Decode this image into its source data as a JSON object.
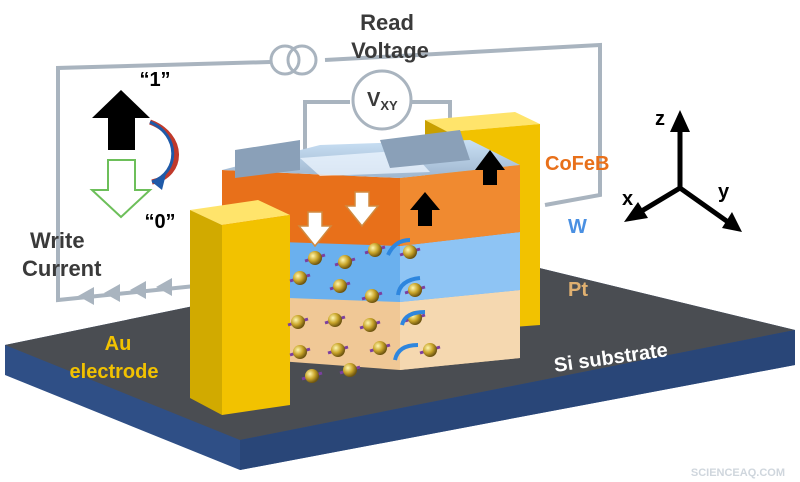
{
  "labels": {
    "read_voltage_line1": "Read",
    "read_voltage_line2": "Voltage",
    "vxy_main": "V",
    "vxy_sub": "XY",
    "state_one": "“1”",
    "state_zero": "“0”",
    "write_current_line1": "Write",
    "write_current_line2": "Current",
    "au_line1": "Au",
    "au_line2": "electrode",
    "cofeb": "CoFeB",
    "w": "W",
    "pt": "Pt",
    "si": "Si substrate",
    "axis_x": "x",
    "axis_y": "y",
    "axis_z": "z",
    "watermark": "SCIENCEAQ.COM"
  },
  "colors": {
    "substrate_top": "#4a4d52",
    "substrate_side": "#2f4f86",
    "gold": "#f2c200",
    "gold_dark": "#c9a000",
    "cofeb": "#e8701a",
    "cofeb_top": "#f4a46a",
    "w": "#6ab0ee",
    "pt": "#f0c896",
    "wire": "#a9b4bf",
    "cofeb_label": "#e8701a",
    "w_label": "#4a90e2",
    "pt_label": "#e0b070",
    "au_label": "#f2c200"
  }
}
